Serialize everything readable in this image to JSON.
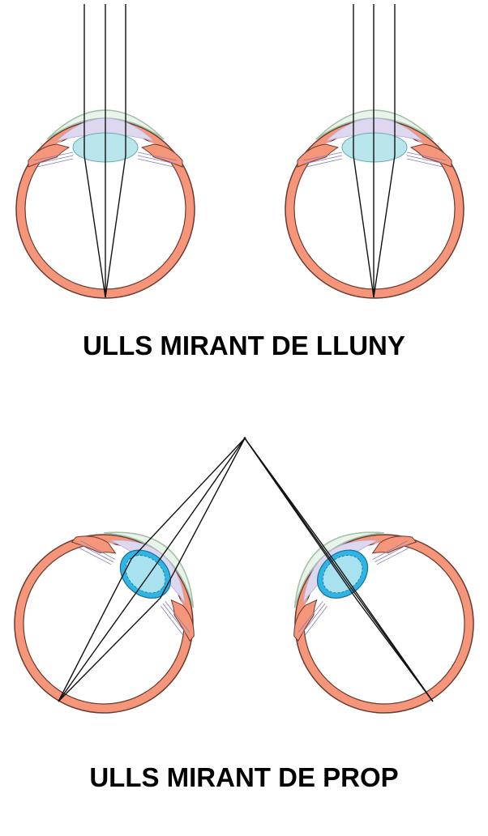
{
  "captions": {
    "far": "ULLS MIRANT DE LLUNY",
    "near": "ULLS MIRANT DE PROP"
  },
  "colors": {
    "sclera_fill": "#f5957a",
    "sclera_stroke": "#6b3a2e",
    "cornea_fill": "#e9f3ea",
    "cornea_stroke": "#9fc0a6",
    "aqueous_fill": "#ddd8f0",
    "lens_relaxed": "#b9e6ea",
    "lens_accommodated": "#2fb4e6",
    "lens_inner": "#a7e2ee",
    "ray_color": "#111111"
  },
  "scenes": {
    "far": {
      "lens_state": "relaxed",
      "rays": "parallel"
    },
    "near": {
      "lens_state": "accommodated",
      "rays": "converging"
    }
  }
}
